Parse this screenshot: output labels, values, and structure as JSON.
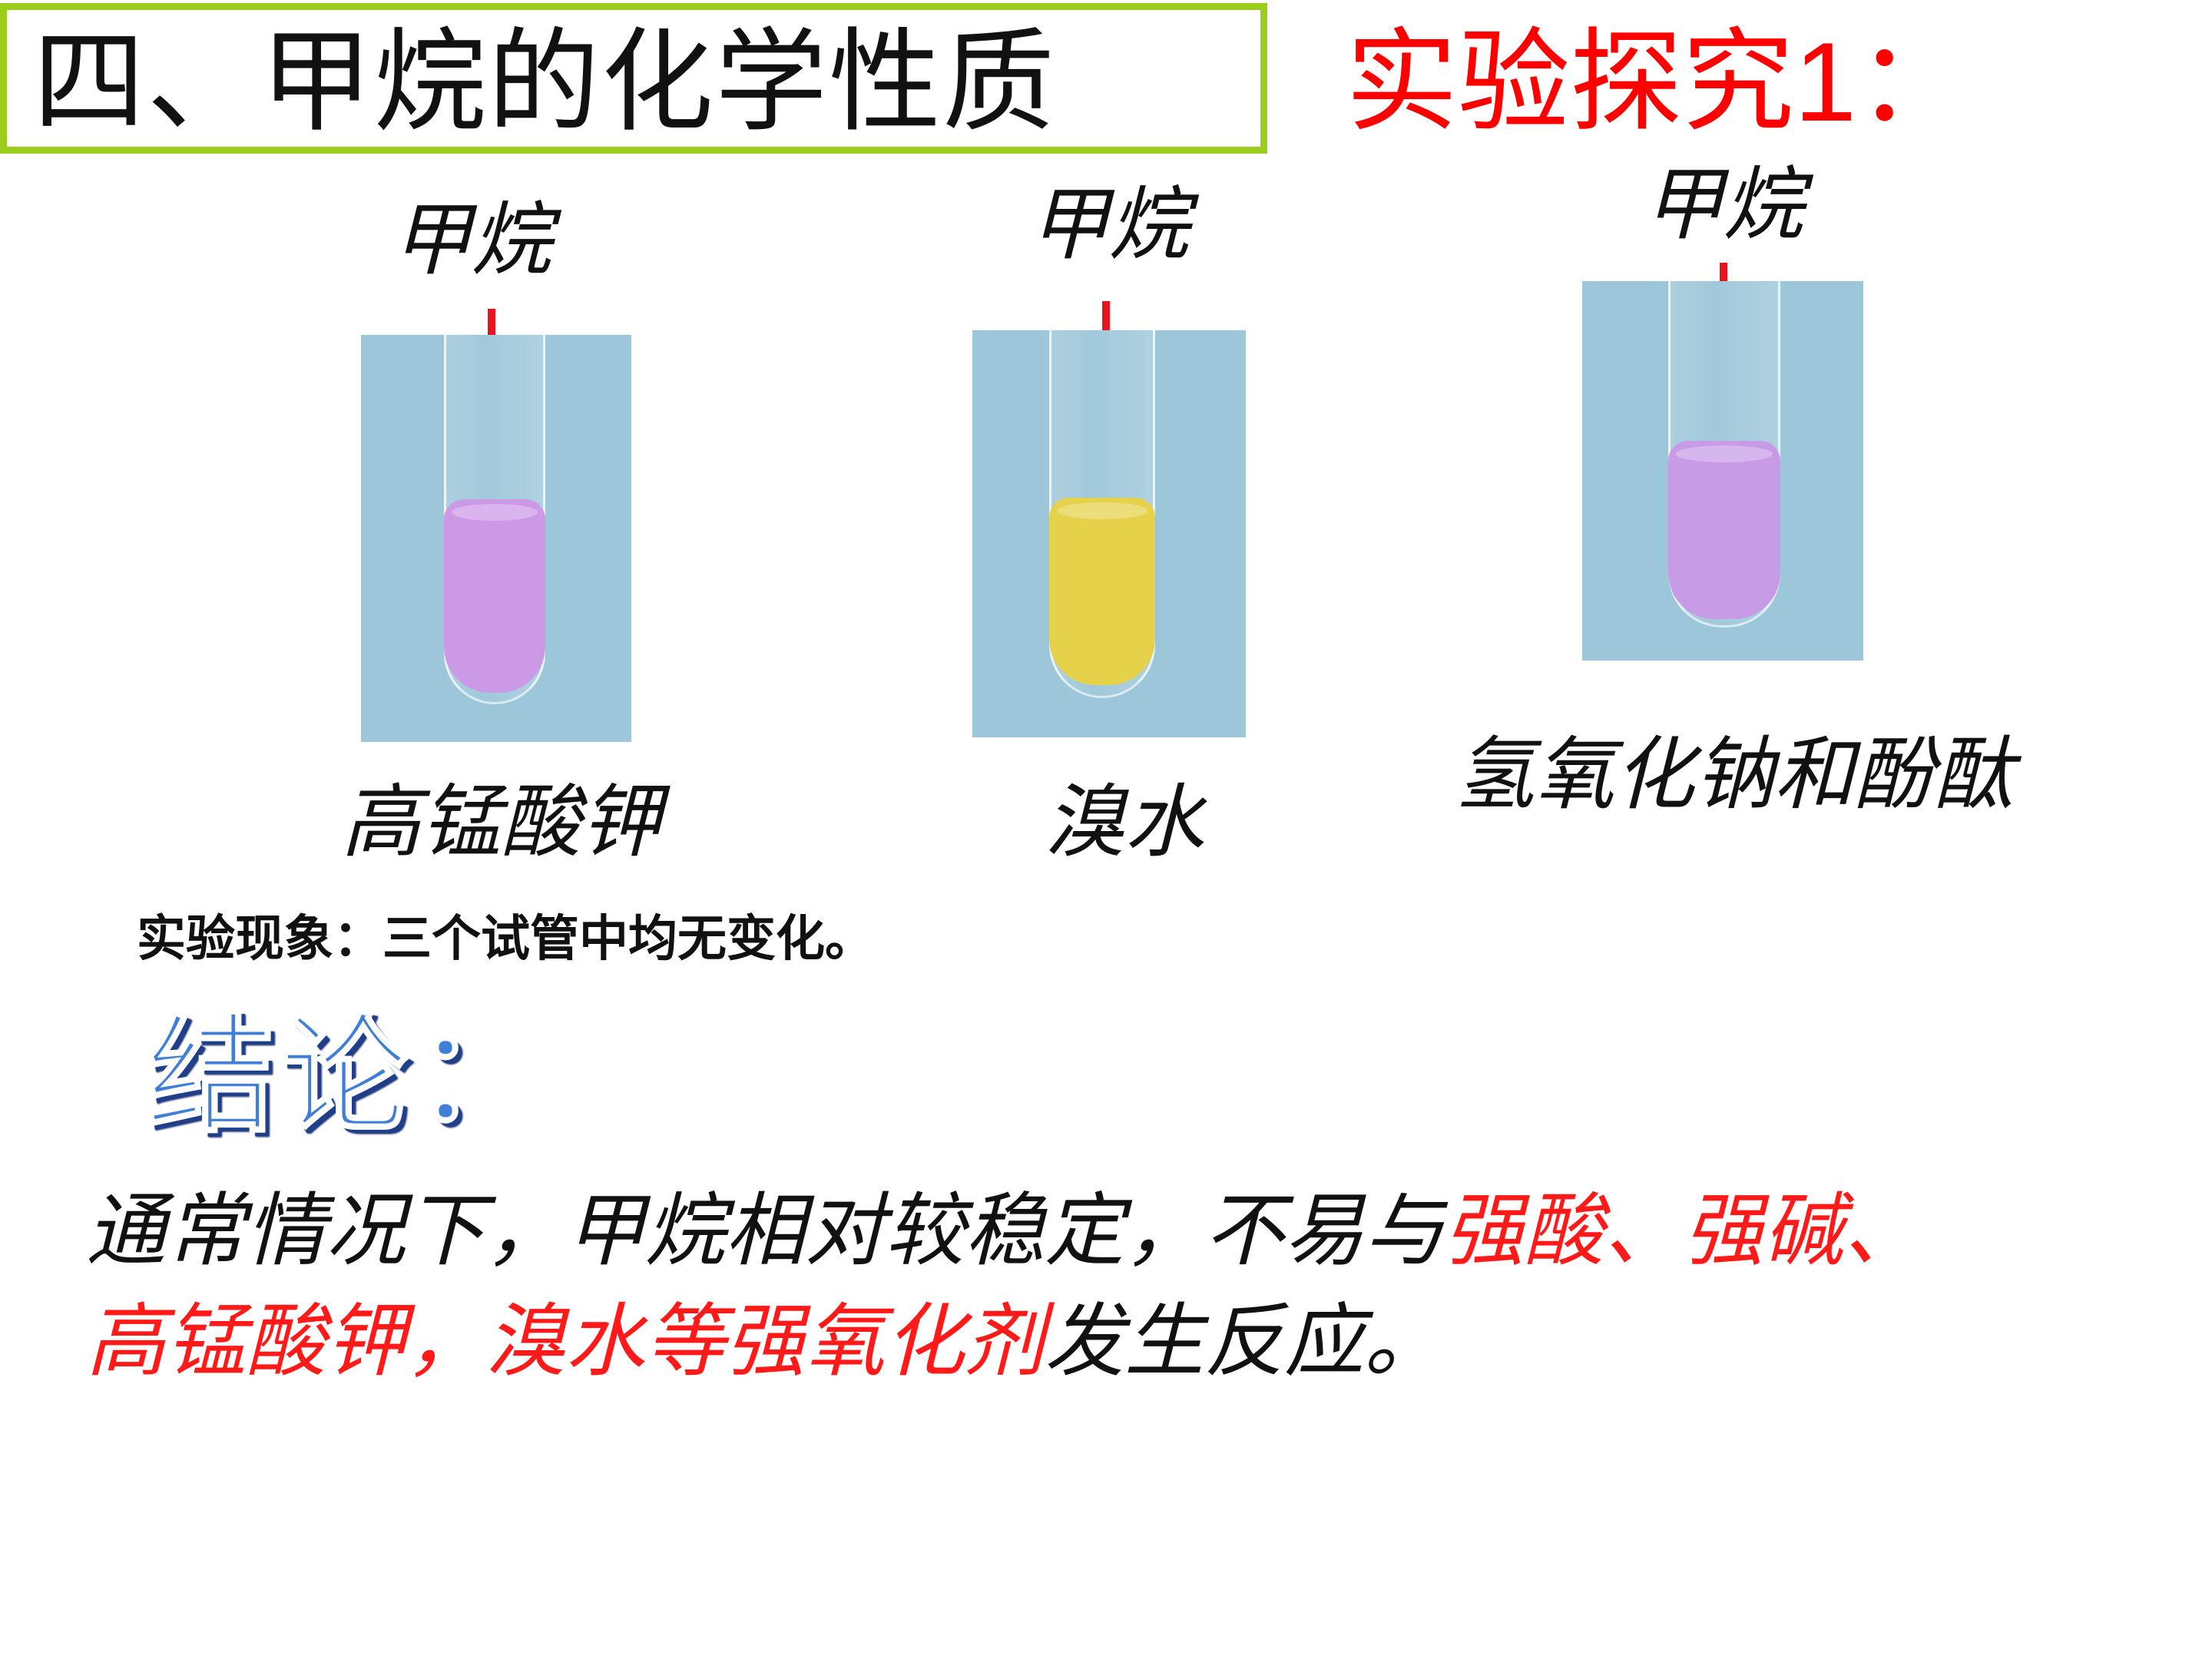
{
  "header": {
    "title": "四、甲烷的化学性质",
    "experiment_title": "实验探究1："
  },
  "colors": {
    "title_border": "#9acd1c",
    "accent_red": "#ff0000",
    "arrow_red": "#e8141e",
    "photo_bg": "#9cc6d9",
    "permanganate": "#cc99e6",
    "bromine_water": "#e6d24a",
    "naoh_phenolphthalein": "#c79be6",
    "heading_blue": "#3f7fd8"
  },
  "tubes": [
    {
      "top_label": "甲烷",
      "bottom_label": "高锰酸钾",
      "arrow_icon": "arrow-down-icon"
    },
    {
      "top_label": "甲烷",
      "bottom_label": "溴水",
      "arrow_icon": "arrow-down-icon"
    },
    {
      "top_label": "甲烷",
      "bottom_label": "氢氧化钠和酚酞",
      "arrow_icon": "arrow-down-icon"
    }
  ],
  "phenomenon": "实验现象：三个试管中均无变化。",
  "conclusion": {
    "heading": "结论：",
    "line1_black": "通常情况下，甲烷相对较稳定，不易与",
    "line1_red": "强酸、强碱、",
    "line2_red": "高锰酸钾，溴水等强氧化剂",
    "line2_black": "发生反应。"
  }
}
